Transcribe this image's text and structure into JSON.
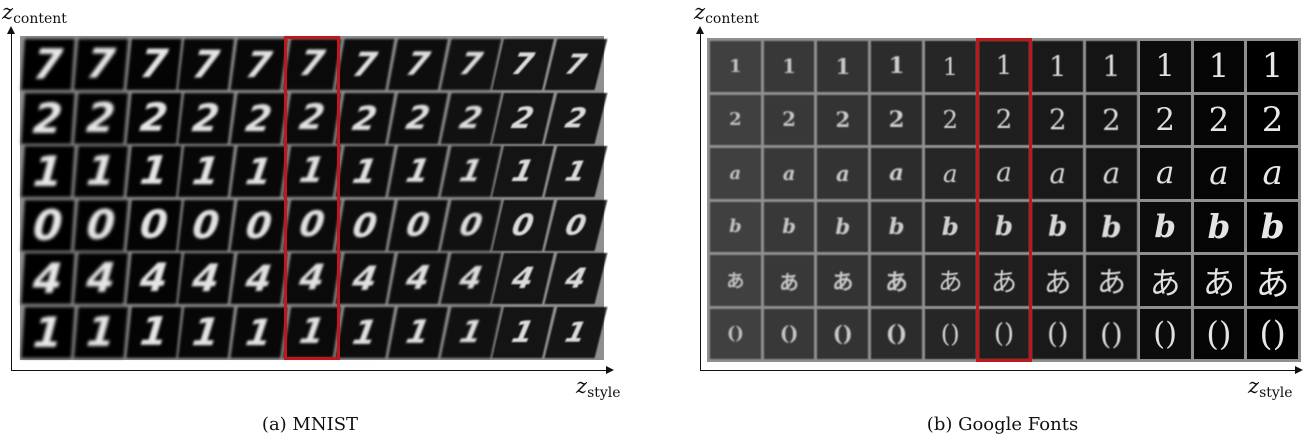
{
  "figures": [
    {
      "id": "a",
      "y_axis_label": "z",
      "y_axis_sub": "content",
      "x_axis_label": "z",
      "x_axis_sub": "style",
      "caption": "(a) MNIST",
      "rows": [
        "7",
        "2",
        "1",
        "0",
        "4",
        "1"
      ],
      "columns": 11,
      "highlight_column": 6,
      "highlight_color": "#c0161c"
    },
    {
      "id": "b",
      "y_axis_label": "z",
      "y_axis_sub": "content",
      "x_axis_label": "z",
      "x_axis_sub": "style",
      "caption": "(b) Google Fonts",
      "rows": [
        "1",
        "2",
        "a",
        "b",
        "あ",
        "()"
      ],
      "columns": 11,
      "highlight_column": 6,
      "highlight_color": "#c0161c"
    }
  ]
}
